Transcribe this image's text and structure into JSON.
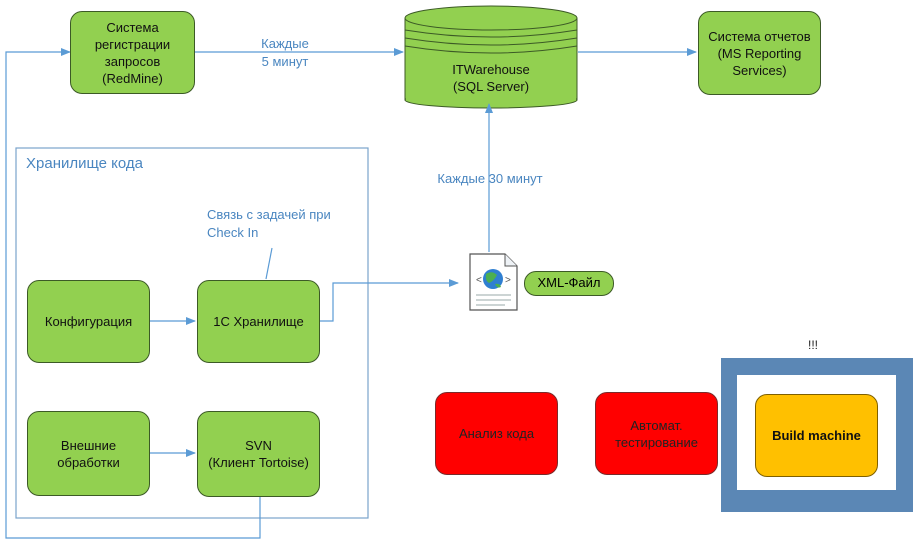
{
  "nodes": {
    "redmine": "Система\nрегистрации\nзапросов\n(RedMine)",
    "itwarehouse": "ITWarehouse\n(SQL Server)",
    "reporting": "Система отчетов\n(MS Reporting\nServices)",
    "configuration": "Конфигурация",
    "storage_1c": "1С Хранилище",
    "external": "Внешние\nобработки",
    "svn": "SVN\n(Клиент Tortoise)",
    "xml_file": "XML-Файл",
    "code_analysis": "Анализ кода",
    "auto_testing": "Автомат.\nтестирование",
    "build_machine": "Build machine"
  },
  "labels": {
    "every5": "Каждые\n5 минут",
    "every30": "Каждые 30 минут",
    "checkin_link": "Связь с задачей при\nCheck In",
    "repo_group": "Хранилище кода",
    "exclaim": "!!!"
  },
  "icons": {
    "xml_document": "document-globe-icon"
  },
  "colors": {
    "node_green": "#92d050",
    "node_red": "#ff0000",
    "node_orange": "#ffc000",
    "frame_blue": "#5b87b5",
    "connector": "#5b9bd5",
    "label_blue": "#4a86c0"
  }
}
